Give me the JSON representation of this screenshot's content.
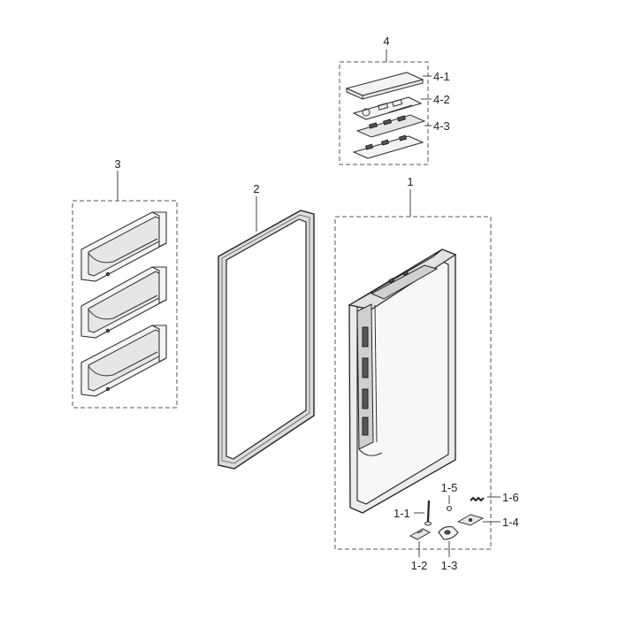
{
  "labels": {
    "l4": "4",
    "l4_1": "4-1",
    "l4_2": "4-2",
    "l4_3": "4-3",
    "l3": "3",
    "l2": "2",
    "l1": "1",
    "l1_1": "1-1",
    "l1_2": "1-2",
    "l1_3": "1-3",
    "l1_4": "1-4",
    "l1_5": "1-5",
    "l1_6": "1-6"
  }
}
